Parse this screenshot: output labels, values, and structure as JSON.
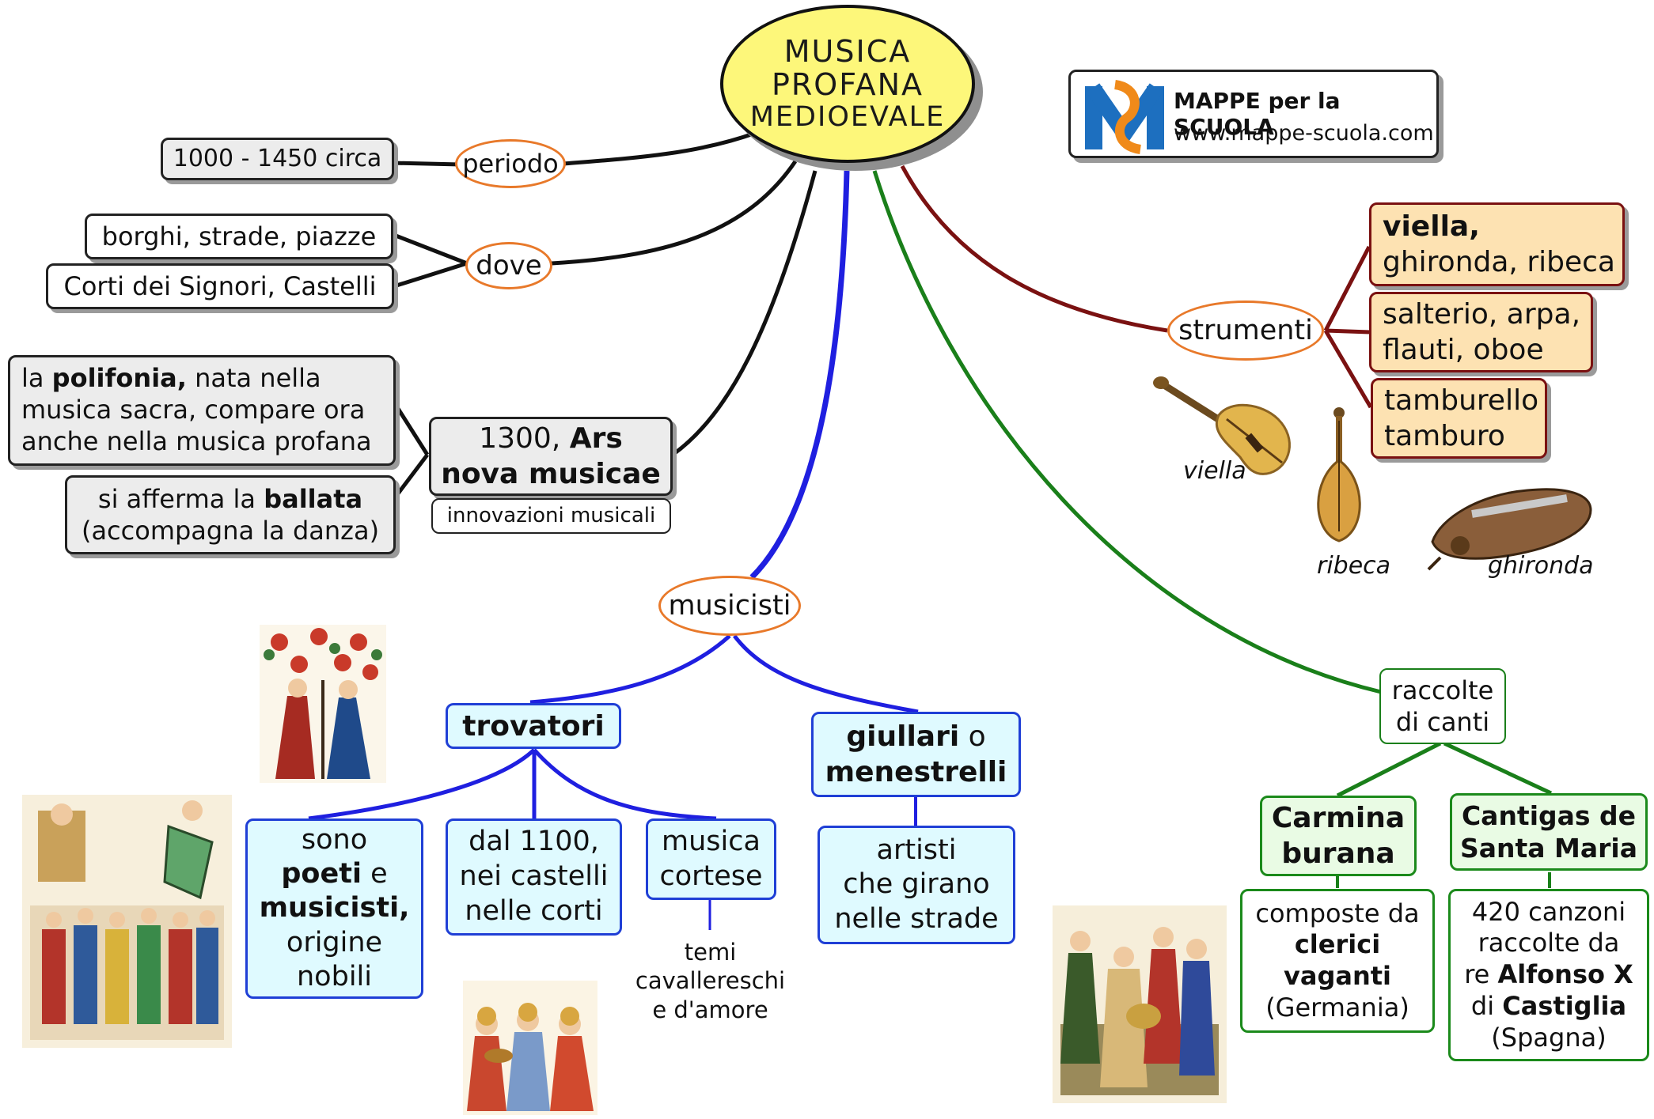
{
  "title": {
    "l1": "MUSICA",
    "l2": "PROFANA",
    "l3": "MEDIOEVALE"
  },
  "logo": {
    "line1": "MAPPE per la SCUOLA",
    "line2": "www.mappe-scuola.com"
  },
  "periodo": {
    "label": "periodo",
    "value": "1000 - 1450 circa"
  },
  "dove": {
    "label": "dove",
    "item1": "borghi, strade, piazze",
    "item2": "Corti dei Signori, Castelli"
  },
  "ars": {
    "box_pre": "1300, ",
    "box_bold1": "Ars",
    "box_bold2": "nova musicae",
    "sub": "innovazioni musicali",
    "poli_pre": "la ",
    "poli_bold": "polifonia,",
    "poli_l1rest": " nata nella",
    "poli_l2": "musica sacra, compare ora",
    "poli_l3": "anche nella musica profana",
    "ball_pre": "si afferma la ",
    "ball_bold": "ballata",
    "ball_l2": "(accompagna la danza)"
  },
  "musicisti": {
    "label": "musicisti",
    "trovatori": "trovatori",
    "tr1": {
      "l1": "sono",
      "bold1": "poeti",
      "mid": " e",
      "bold2": "musicisti,",
      "l4": "origine",
      "l5": "nobili"
    },
    "tr2": {
      "l1": "dal 1100,",
      "l2": "nei castelli",
      "l3": "nelle corti"
    },
    "tr3": {
      "l1": "musica",
      "l2": "cortese"
    },
    "temi": {
      "l1": "temi",
      "l2": "cavallereschi",
      "l3": "e d'amore"
    },
    "giullari": {
      "bold1": "giullari",
      "mid": " o",
      "bold2": "menestrelli"
    },
    "artisti": {
      "l1": "artisti",
      "l2": "che girano",
      "l3": "nelle strade"
    }
  },
  "strumenti": {
    "label": "strumenti",
    "b1": {
      "bold": "viella,",
      "l2": "ghironda, ribeca"
    },
    "b2": {
      "l1": "salterio, arpa,",
      "l2": "flauti, oboe"
    },
    "b3": {
      "l1": "tamburello",
      "l2": "tamburo"
    },
    "captions": {
      "viella": "viella",
      "ribeca": "ribeca",
      "ghironda": "ghironda"
    }
  },
  "raccolte": {
    "l1": "raccolte",
    "l2": "di canti",
    "carmina": {
      "l1": "Carmina",
      "l2": "burana"
    },
    "carmina_desc": {
      "l1": "composte da",
      "bold1": "clerici",
      "bold2": "vaganti",
      "l4": "(Germania)"
    },
    "cantigas": {
      "l1": "Cantigas de",
      "l2": "Santa Maria"
    },
    "cantigas_desc": {
      "l1": "420 canzoni",
      "l2": "raccolte da",
      "pre3": "re ",
      "bold3": "Alfonso X",
      "pre4": "di ",
      "bold4": "Castiglia",
      "l5": "(Spagna)"
    }
  },
  "colors": {
    "blue": "#1f1fe0",
    "green": "#1a7f1a",
    "darkred": "#7a1111",
    "orange": "#e8792a",
    "yellow": "#fdf77a"
  }
}
